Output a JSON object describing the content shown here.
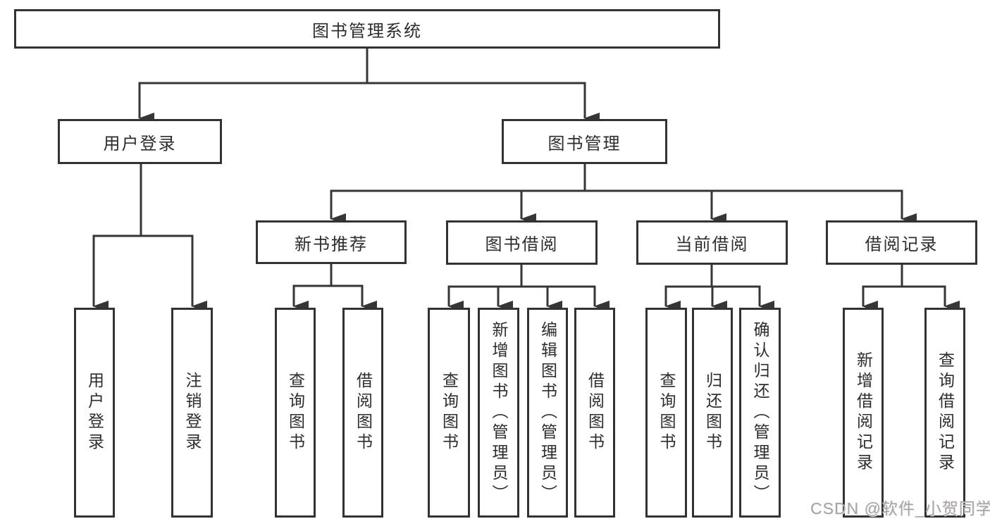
{
  "diagram": {
    "type": "tree",
    "root": {
      "label": "图书管理系统"
    },
    "branches": [
      {
        "label": "用户登录"
      },
      {
        "label": "图书管理"
      }
    ],
    "groups": [
      {
        "label": "新书推荐",
        "parent": "图书管理"
      },
      {
        "label": "图书借阅",
        "parent": "图书管理"
      },
      {
        "label": "当前借阅",
        "parent": "图书管理"
      },
      {
        "label": "借阅记录",
        "parent": "图书管理"
      }
    ],
    "leaves": [
      {
        "label": "用户登录",
        "parent": "用户登录"
      },
      {
        "label": "注销登录",
        "parent": "用户登录"
      },
      {
        "label": "查询图书",
        "parent": "新书推荐"
      },
      {
        "label": "借阅图书",
        "parent": "新书推荐"
      },
      {
        "label": "查询图书",
        "parent": "图书借阅"
      },
      {
        "label": "新增图书（管理员）",
        "parent": "图书借阅"
      },
      {
        "label": "编辑图书（管理员）",
        "parent": "图书借阅"
      },
      {
        "label": "借阅图书",
        "parent": "图书借阅"
      },
      {
        "label": "查询图书",
        "parent": "当前借阅"
      },
      {
        "label": "归还图书",
        "parent": "当前借阅"
      },
      {
        "label": "确认归还（管理员）",
        "parent": "当前借阅"
      },
      {
        "label": "新增借阅记录",
        "parent": "借阅记录"
      },
      {
        "label": "查询借阅记录",
        "parent": "借阅记录"
      }
    ]
  },
  "watermark": {
    "text": "CSDN @软件_小贺同学",
    "color": "#a8a2a2"
  },
  "colors": {
    "line": "#363636",
    "box_border": "#323232",
    "box_fill": "#ffffff",
    "text": "#2d2d2d",
    "background": "#ffffff"
  }
}
